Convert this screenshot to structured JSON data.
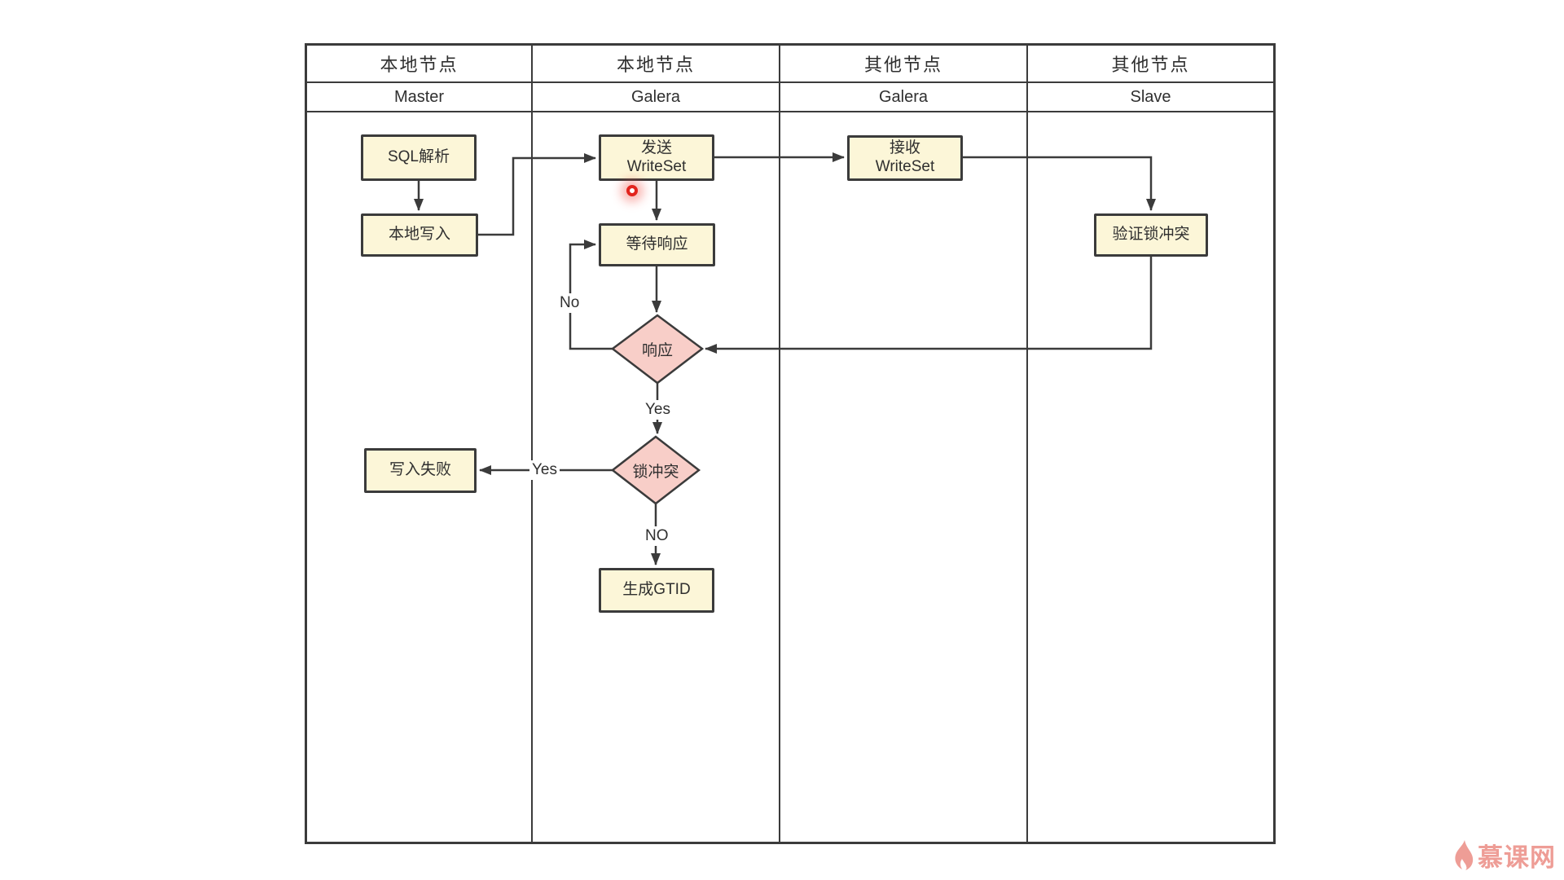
{
  "diagram": {
    "title_semantic": "Galera cluster write flow swimlane diagram",
    "lanes": [
      {
        "type": "本地节点",
        "role": "Master"
      },
      {
        "type": "本地节点",
        "role": "Galera"
      },
      {
        "type": "其他节点",
        "role": "Galera"
      },
      {
        "type": "其他节点",
        "role": "Slave"
      }
    ],
    "nodes": {
      "sql_parse": "SQL解析",
      "local_write": "本地写入",
      "send_writeset": "发送\nWriteSet",
      "recv_writeset": "接收\nWriteSet",
      "wait_response": "等待响应",
      "verify_lock": "验证锁冲突",
      "write_fail": "写入失败",
      "gen_gtid": "生成GTID"
    },
    "decisions": {
      "response": "响应",
      "lock_conflict": "锁冲突"
    },
    "edge_labels": {
      "response_no": "No",
      "response_yes": "Yes",
      "conflict_yes": "Yes",
      "conflict_no": "NO"
    },
    "colors": {
      "process_fill": "#fcf6d8",
      "decision_fill": "#f8cec8",
      "line": "#3b3b3b",
      "click_indicator": "#e2241d",
      "brand": "#ee9d96"
    }
  },
  "watermark": {
    "brand": "慕课网"
  }
}
